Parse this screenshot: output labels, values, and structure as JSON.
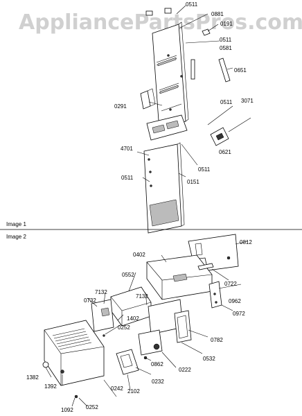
{
  "watermark": "AppliancePartsPros.com",
  "sections": [
    {
      "title": "Image 1"
    },
    {
      "title": "Image 2"
    }
  ],
  "callouts_image1": [
    "0511",
    "0881",
    "0191",
    "0511",
    "0581",
    "0651",
    "0291",
    "0511",
    "3071",
    "0621",
    "4701",
    "0511",
    "0151",
    "0511"
  ],
  "callouts_image2": [
    "0812",
    "0402",
    "0722",
    "0552",
    "7132",
    "0732",
    "7132",
    "1402",
    "0252",
    "0962",
    "0972",
    "0782",
    "0532",
    "0222",
    "0862",
    "0232",
    "2102",
    "0242",
    "1382",
    "1392",
    "1092",
    "0252"
  ]
}
